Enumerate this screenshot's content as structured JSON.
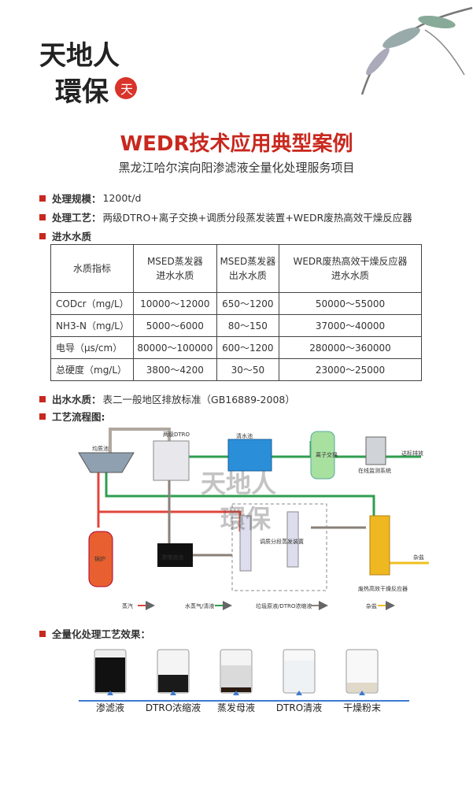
{
  "logo": {
    "text": "天地人環保",
    "seal": "天"
  },
  "title": "WEDR技术应用典型案例",
  "subtitle": "黑龙江哈尔滨向阳渗滤液全量化处理服务项目",
  "bullets": {
    "scale_label": "处理规模：",
    "scale_value": "1200t/d",
    "process_label": "处理工艺：",
    "process_value": "两级DTRO+离子交换+调质分段蒸发装置+WEDR废热高效干燥反应器",
    "influent_label": "进水水质",
    "effluent_label": "出水水质：",
    "effluent_value": "表二一般地区排放标准（GB16889-2008）",
    "flow_label": "工艺流程图:",
    "effect_label": "全量化处理工艺效果："
  },
  "table": {
    "headers": [
      "水质指标",
      "MSED蒸发器\n进水水质",
      "MSED蒸发器\n出水水质",
      "WEDR废热高效干燥反应器\n进水水质"
    ],
    "rows": [
      [
        "CODcr（mg/L）",
        "10000～12000",
        "650～1200",
        "50000～55000"
      ],
      [
        "NH3-N（mg/L）",
        "5000～6000",
        "80～150",
        "37000～40000"
      ],
      [
        "电导（μs/cm）",
        "80000～100000",
        "600～1200",
        "280000～360000"
      ],
      [
        "总硬度（mg/L）",
        "3800～4200",
        "30～50",
        "23000～25000"
      ]
    ]
  },
  "flow": {
    "junzhichi": "均质池",
    "dtro": "两级DTRO",
    "qingshuichi": "清水池",
    "lizi": "离子交换",
    "zaixian": "在线监测系统",
    "dabiao": "达标排放",
    "guolu": "锅炉",
    "nongsuo": "浓缩液池",
    "tiaozhi": "调质分段蒸发装置",
    "wedr": "废热高效干燥反应器",
    "zayan": "杂盐",
    "legend": [
      "蒸汽",
      "水蒸气/清液",
      "垃圾原液/DTRO浓缩液",
      "杂盐"
    ],
    "colors": {
      "steam": "#e0463c",
      "water": "#2f9e4f",
      "raw": "#8a8078",
      "salt": "#f0c020"
    }
  },
  "samples": [
    "渗滤液",
    "DTRO浓缩液",
    "蒸发母液",
    "DTRO清液",
    "干燥粉末"
  ],
  "watermark": "天地人環保"
}
